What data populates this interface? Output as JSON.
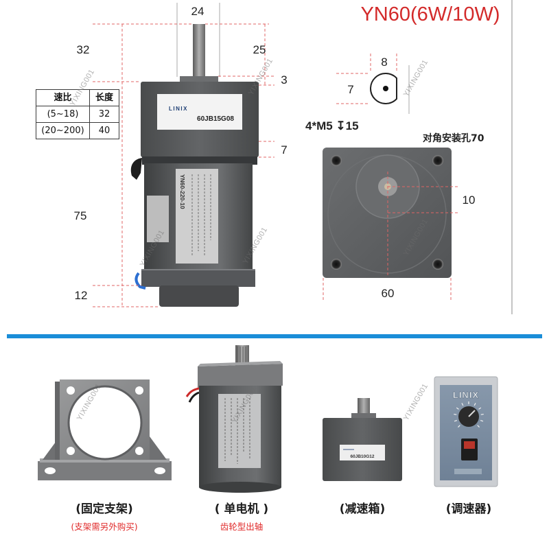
{
  "title": "YN60(6W/10W)",
  "watermark": "YIXING001",
  "motor_drawing": {
    "gearbox_brand": "LINIX",
    "gearbox_model": "60JB15G08",
    "motor_model": "YN60-220-10",
    "dim_shaft_width": "24",
    "dim_shaft_length_left": "32",
    "dim_shaft_length_right": "25",
    "dim_collar": "3",
    "dim_flange_step": "7",
    "dim_motor_length": "75",
    "dim_end_cap": "12"
  },
  "length_table": {
    "headers": {
      "ratio": "速比",
      "length": "长度"
    },
    "rows": [
      {
        "ratio": "(5~18)",
        "length": "32"
      },
      {
        "ratio": "(20~200)",
        "length": "40"
      }
    ]
  },
  "shaft_section": {
    "dim_flat": "8",
    "dim_height": "7"
  },
  "flange_view": {
    "mount_holes": "4*M5 ↧15",
    "diagonal_holes": "对角安装孔70",
    "dim_offset": "10",
    "dim_width": "60"
  },
  "products": [
    {
      "name": "(固定支架)",
      "note": "(支架需另外购买)"
    },
    {
      "name": "( 单电机 )",
      "note": "齿轮型出轴"
    },
    {
      "name": "(减速箱)",
      "label_model": "60JB10G12"
    },
    {
      "name": "(调速器)",
      "brand": "LINIX"
    }
  ],
  "colors": {
    "title": "#d32a2a",
    "dimension_line": "#e06464",
    "divider": "#1a8dd8",
    "note": "#e02a2a",
    "housing": "#5c5e60"
  }
}
